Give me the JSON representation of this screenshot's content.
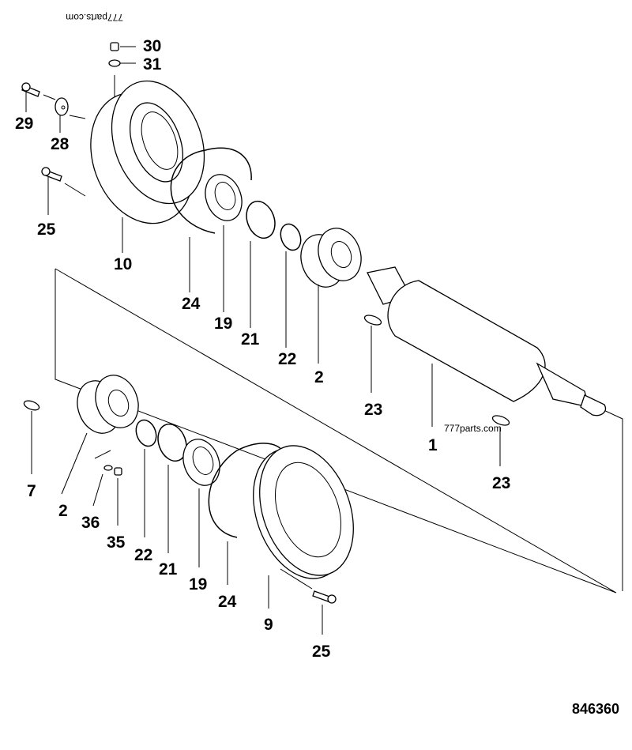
{
  "diagram_id": "846360",
  "watermarks": [
    "777parts.com",
    "777parts.com"
  ],
  "callouts": [
    {
      "id": "c30",
      "text": "30"
    },
    {
      "id": "c31",
      "text": "31"
    },
    {
      "id": "c29",
      "text": "29"
    },
    {
      "id": "c28",
      "text": "28"
    },
    {
      "id": "c25a",
      "text": "25"
    },
    {
      "id": "c10",
      "text": "10"
    },
    {
      "id": "c24a",
      "text": "24"
    },
    {
      "id": "c19a",
      "text": "19"
    },
    {
      "id": "c21a",
      "text": "21"
    },
    {
      "id": "c22a",
      "text": "22"
    },
    {
      "id": "c2a",
      "text": "2"
    },
    {
      "id": "c23a",
      "text": "23"
    },
    {
      "id": "c1",
      "text": "1"
    },
    {
      "id": "c23b",
      "text": "23"
    },
    {
      "id": "c7",
      "text": "7"
    },
    {
      "id": "c2b",
      "text": "2"
    },
    {
      "id": "c36",
      "text": "36"
    },
    {
      "id": "c35",
      "text": "35"
    },
    {
      "id": "c22b",
      "text": "22"
    },
    {
      "id": "c21b",
      "text": "21"
    },
    {
      "id": "c19b",
      "text": "19"
    },
    {
      "id": "c24b",
      "text": "24"
    },
    {
      "id": "c9",
      "text": "9"
    },
    {
      "id": "c25b",
      "text": "25"
    }
  ]
}
